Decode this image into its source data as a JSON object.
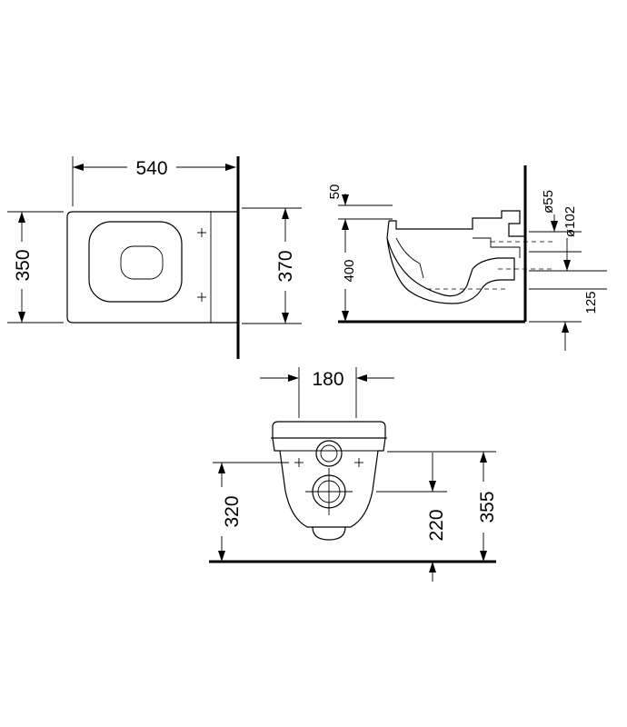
{
  "top_view": {
    "width_label": "540",
    "bowl_width_label": "350",
    "mount_width_label": "370"
  },
  "side_view": {
    "rim_offset_label": "50",
    "height_label": "400",
    "outlet_height_label": "125",
    "inlet_diameter_label": "ø55",
    "outlet_diameter_label": "ø102"
  },
  "front_view": {
    "bolt_spacing_label": "180",
    "bolt_height_label": "320",
    "outlet_center_label": "220",
    "inlet_center_label": "355"
  }
}
